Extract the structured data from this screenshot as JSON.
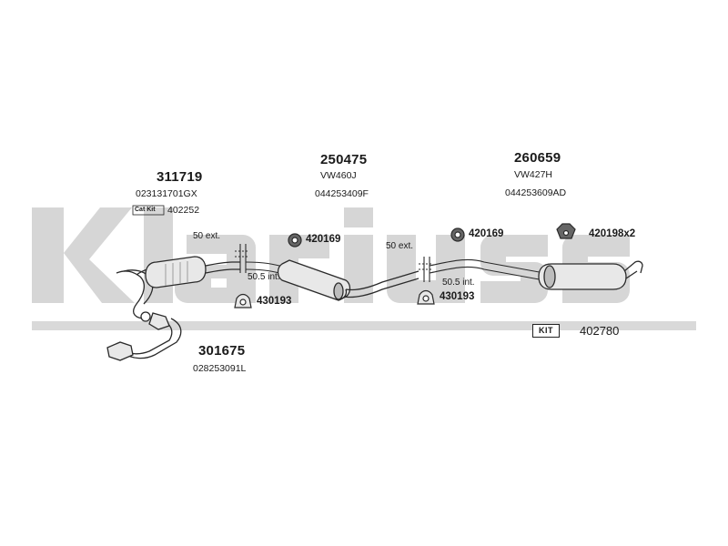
{
  "watermark": {
    "text": "Klarius",
    "color": "#d6d6d6"
  },
  "colors": {
    "line": "#2a2a2a",
    "part_fill": "#e8e8e8",
    "part_shade": "#bdbdbd"
  },
  "parts": {
    "catalyst": {
      "number": "311719",
      "oem_ref": "023131701GX",
      "kit_label": "Cat Kit",
      "kit_number": "402252"
    },
    "front_pipe": {
      "number": "301675",
      "oem_ref": "028253091L"
    },
    "center_silencer": {
      "number": "250475",
      "model_ref": "VW460J",
      "oem_ref": "044253409F"
    },
    "rear_silencer": {
      "number": "260659",
      "model_ref": "VW427H",
      "oem_ref": "044253609AD"
    }
  },
  "accessories": {
    "mount_a": "420169",
    "mount_b": "420169",
    "clamp_a": "430193",
    "clamp_b": "430193",
    "hanger": "420198x2"
  },
  "annotations": {
    "ext_a": "50 ext.",
    "int_a": "50.5 int.",
    "ext_b": "50 ext.",
    "int_b": "50.5 int."
  },
  "kit": {
    "label": "KIT",
    "number": "402780"
  }
}
